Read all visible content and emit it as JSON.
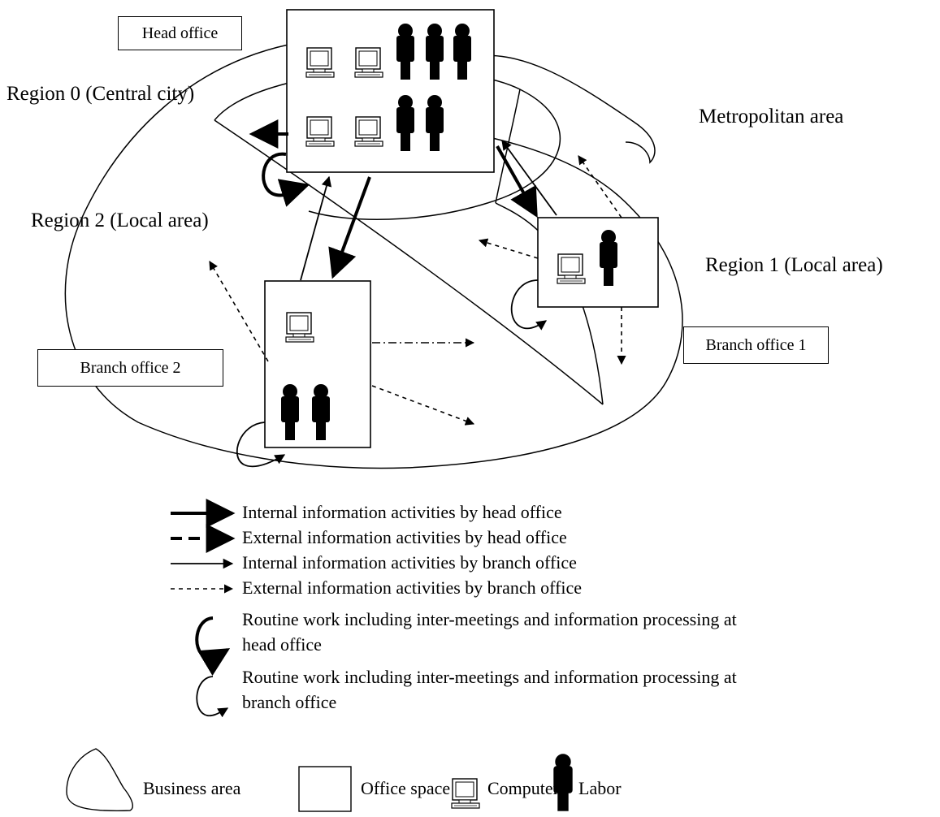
{
  "regions": {
    "region0": "Region 0 (Central city)",
    "region1": "Region 1 (Local area)",
    "region2": "Region 2 (Local area)",
    "metro": "Metropolitan area"
  },
  "offices": {
    "head": "Head office",
    "branch1": "Branch office 1",
    "branch2": "Branch office 2"
  },
  "legend": {
    "internal_head": "Internal information activities by head office",
    "external_head": "External information activities by head office",
    "internal_branch": "Internal information activities by branch office",
    "external_branch": "External information activities by branch office",
    "routine_head_1": "Routine work including inter-meetings and information processing at",
    "routine_head_2": "head office",
    "routine_branch_1": "Routine work including inter-meetings and information processing at",
    "routine_branch_2": "branch office"
  },
  "symbols": {
    "business_area": "Business area",
    "office_space": "Office space",
    "computer": "Computer",
    "labor": "Labor"
  },
  "icons": [
    "computer-icon",
    "labor-icon",
    "arrow-icon",
    "routine-loop-icon"
  ]
}
